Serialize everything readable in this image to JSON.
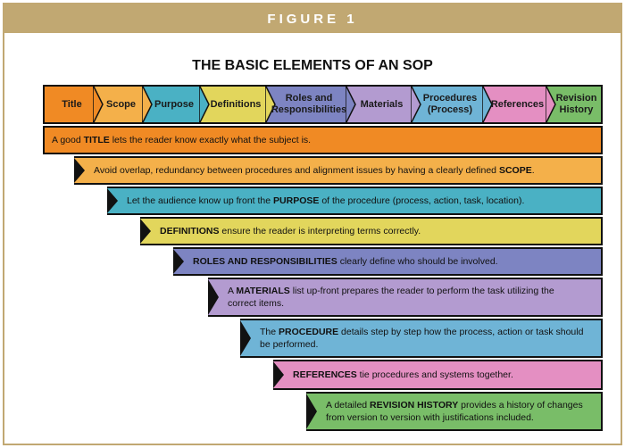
{
  "header": {
    "figure_label": "FIGURE 1"
  },
  "title": "THE BASIC ELEMENTS OF AN SOP",
  "colors": {
    "header_bar": "#c1a872",
    "title": "#f08a24",
    "scope": "#f4b04a",
    "purpose": "#4ab1c4",
    "definitions": "#e2d65c",
    "roles": "#7d84c2",
    "materials": "#b39bd0",
    "procedures": "#6fb4d6",
    "references": "#e48fc2",
    "revision": "#79bd68"
  },
  "chevrons": [
    {
      "key": "title",
      "label_line1": "Title",
      "label_line2": ""
    },
    {
      "key": "scope",
      "label_line1": "Scope",
      "label_line2": ""
    },
    {
      "key": "purpose",
      "label_line1": "Purpose",
      "label_line2": ""
    },
    {
      "key": "definitions",
      "label_line1": "Definitions",
      "label_line2": ""
    },
    {
      "key": "roles",
      "label_line1": "Roles and",
      "label_line2": "Responsibilities"
    },
    {
      "key": "materials",
      "label_line1": "Materials",
      "label_line2": ""
    },
    {
      "key": "procedures",
      "label_line1": "Procedures",
      "label_line2": "(Process)"
    },
    {
      "key": "references",
      "label_line1": "References",
      "label_line2": ""
    },
    {
      "key": "revision",
      "label_line1": "Revision",
      "label_line2": "History"
    }
  ],
  "rows": [
    {
      "key": "title",
      "pre": "A good ",
      "bold": "TITLE",
      "post": " lets the reader know exactly what the subject is.",
      "line2": ""
    },
    {
      "key": "scope",
      "pre": "Avoid overlap, redundancy between procedures and alignment issues by having a clearly defined ",
      "bold": "SCOPE",
      "post": ".",
      "line2": ""
    },
    {
      "key": "purpose",
      "pre": "Let the audience know up front the ",
      "bold": "PURPOSE",
      "post": " of the procedure (process, action, task, location).",
      "line2": ""
    },
    {
      "key": "definitions",
      "pre": "",
      "bold": "DEFINITIONS",
      "post": " ensure the reader is interpreting terms correctly.",
      "line2": ""
    },
    {
      "key": "roles",
      "pre": "",
      "bold": "ROLES AND RESPONSIBILITIES",
      "post": " clearly define who should be involved.",
      "line2": ""
    },
    {
      "key": "materials",
      "pre": "A ",
      "bold": "MATERIALS",
      "post": " list up-front prepares the reader to perform the task utilizing the",
      "line2": "correct items."
    },
    {
      "key": "procedures",
      "pre": "The ",
      "bold": "PROCEDURE",
      "post": " details step by step how the process, action or task should",
      "line2": "be performed."
    },
    {
      "key": "references",
      "pre": "",
      "bold": "REFERENCES",
      "post": " tie procedures and systems together.",
      "line2": ""
    },
    {
      "key": "revision",
      "pre": "A detailed ",
      "bold": "REVISION HISTORY",
      "post": " provides a history of changes",
      "line2": "from version to version with justifications included."
    }
  ]
}
